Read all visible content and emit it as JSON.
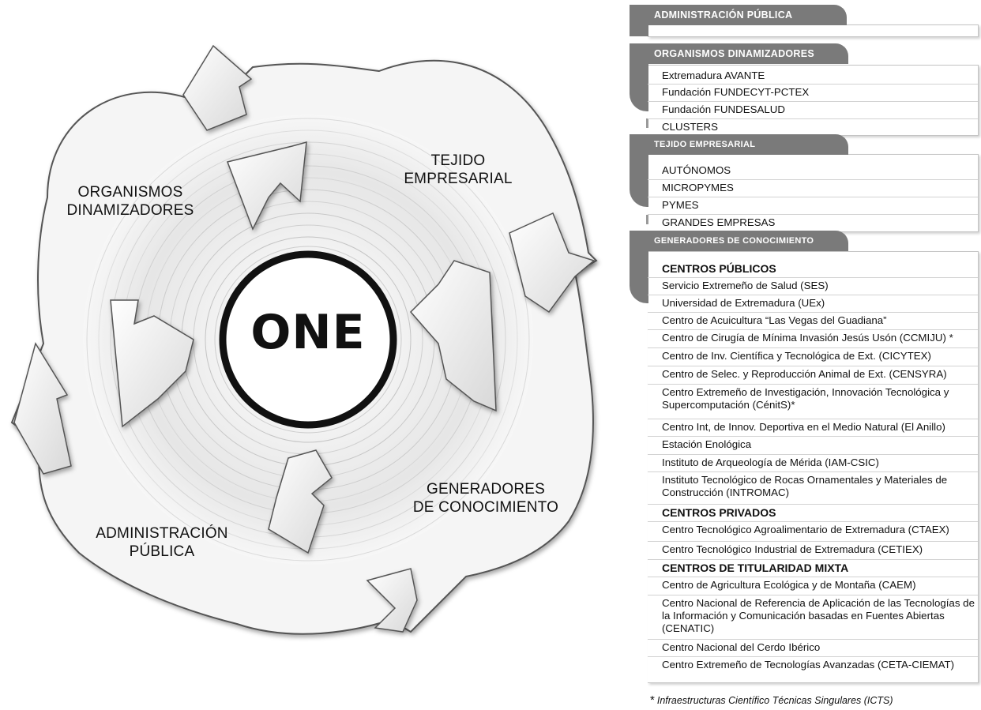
{
  "diagram": {
    "logo": "ONE",
    "labels": {
      "organismos": [
        "ORGANISMOS",
        "DINAMIZADORES"
      ],
      "tejido": [
        "TEJIDO",
        "EMPRESARIAL"
      ],
      "generadores": [
        "GENERADORES",
        "DE CONOCIMIENTO"
      ],
      "administracion": [
        "ADMINISTRACIÓN",
        "PÚBLICA"
      ]
    }
  },
  "panel": {
    "sections": [
      {
        "title": "ADMINISTRACIÓN PÚBLICA",
        "items": []
      },
      {
        "title": "ORGANISMOS  DINAMIZADORES",
        "items": [
          "Extremadura AVANTE",
          "Fundación FUNDECYT-PCTEX",
          "Fundación FUNDESALUD",
          "CLUSTERS"
        ]
      },
      {
        "title": "TEJIDO EMPRESARIAL",
        "items": [
          "AUTÓNOMOS",
          "MICROPYMES",
          "PYMES",
          "GRANDES EMPRESAS"
        ]
      },
      {
        "title": "GENERADORES  DE CONOCIMIENTO",
        "items": [
          "CENTROS PÚBLICOS",
          "Servicio Extremeño de Salud (SES)",
          "Universidad de Extremadura (UEx)",
          "Centro de Acuicultura “Las Vegas del Guadiana”",
          "Centro de Cirugía de Mínima Invasión Jesús Usón (CCMIJU) *",
          "Centro de Inv. Científica y Tecnológica de Ext. (CICYTEX)",
          "Centro de Selec. y Reproducción Animal de Ext. (CENSYRA)",
          "Centro Extremeño de Investigación, Innovación Tecnológica y Supercomputación (CénitS)*",
          "Centro Int, de Innov. Deportiva en el Medio Natural (El Anillo)",
          "Estación Enológica",
          "Instituto de Arqueología de Mérida (IAM-CSIC)",
          "Instituto Tecnológico de Rocas Ornamentales y Materiales de Construcción (INTROMAC)",
          "CENTROS PRIVADOS",
          "Centro Tecnológico Agroalimentario de Extremadura  (CTAEX)",
          "Centro Tecnológico Industrial de Extremadura (CETIEX)",
          "CENTROS DE TITULARIDAD MIXTA",
          "Centro de Agricultura Ecológica y de Montaña (CAEM)",
          "Centro Nacional de Referencia de Aplicación de las Tecnologías de la Información y Comunicación basadas en Fuentes Abiertas (CENATIC)",
          "Centro Nacional del Cerdo Ibérico",
          "Centro Extremeño de Tecnologías Avanzadas (CETA-CIEMAT)"
        ]
      }
    ],
    "footnote_star": "*",
    "footnote": "Infraestructuras Científico Técnicas Singulares (ICTS)"
  }
}
